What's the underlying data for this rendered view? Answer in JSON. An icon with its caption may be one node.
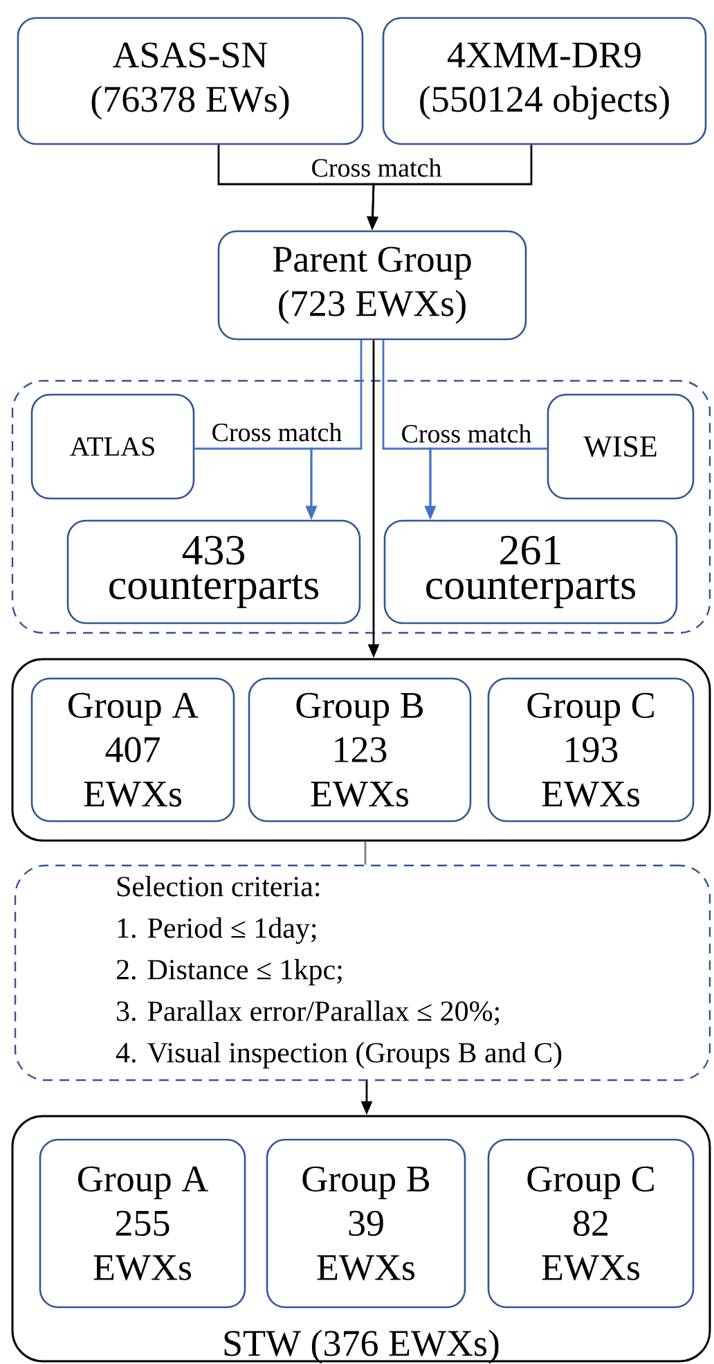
{
  "diagram": {
    "nodes": [
      {
        "text": [
          "ASAS-SN (76378 EWs)"
        ]
      },
      {
        "text": [
          "4XMM-DR9 (550124 objects)"
        ]
      },
      {
        "text": [
          "Parent Group (723 EWXs)"
        ]
      },
      {
        "text": [],
        "shape": "box"
      },
      {
        "text": [
          "ATLAS"
        ],
        "in": 3
      },
      {
        "text": [
          "WISE"
        ],
        "in": 3
      },
      {
        "text": [
          "433 counterparts"
        ],
        "in": 3
      },
      {
        "text": [
          "261 counterparts"
        ],
        "in": 3
      },
      {
        "text": [],
        "shape": "box"
      },
      {
        "text": [
          "Group A 407 EWXs"
        ],
        "in": 8
      },
      {
        "text": [
          "Group B 123 EWXs"
        ],
        "in": 8
      },
      {
        "text": [
          "Group C 193 EWXs"
        ],
        "in": 8
      },
      {
        "text": [
          "Selection criteria:",
          "1. Period ≤ 1day;",
          "2. Distance ≤ 1kpc;",
          "3. Parallax error/Parallax ≤ 20%;",
          "4. Visual inspection (Groups B and C)"
        ]
      },
      {
        "text": [
          "STW (376 EWXs)"
        ]
      },
      {
        "text": [
          "Group A 255 EWXs"
        ],
        "in": 13
      },
      {
        "text": [
          "Group B 39 EWXs"
        ],
        "in": 13
      },
      {
        "text": [
          "Group C 82 EWXs"
        ],
        "in": 13
      }
    ],
    "edges": [
      {
        "from": 0,
        "to": 2,
        "arrow": "to",
        "label": "Cross match"
      },
      {
        "from": 1,
        "to": 2,
        "arrow": "to"
      },
      {
        "from": 2,
        "to": 8,
        "arrow": "to"
      },
      {
        "from": 2,
        "to": 6,
        "arrow": "to",
        "label": "Cross match",
        "color": "#4472c4"
      },
      {
        "from": 4,
        "to": 6,
        "arrow": "to",
        "color": "#4472c4"
      },
      {
        "from": 2,
        "to": 7,
        "arrow": "to",
        "label": "Cross match",
        "color": "#4472c4"
      },
      {
        "from": 5,
        "to": 7,
        "arrow": "to",
        "color": "#4472c4"
      },
      {
        "from": 8,
        "to": 12,
        "arrow": "none",
        "color": "#808080"
      },
      {
        "from": 12,
        "to": 13,
        "arrow": "to"
      }
    ]
  }
}
